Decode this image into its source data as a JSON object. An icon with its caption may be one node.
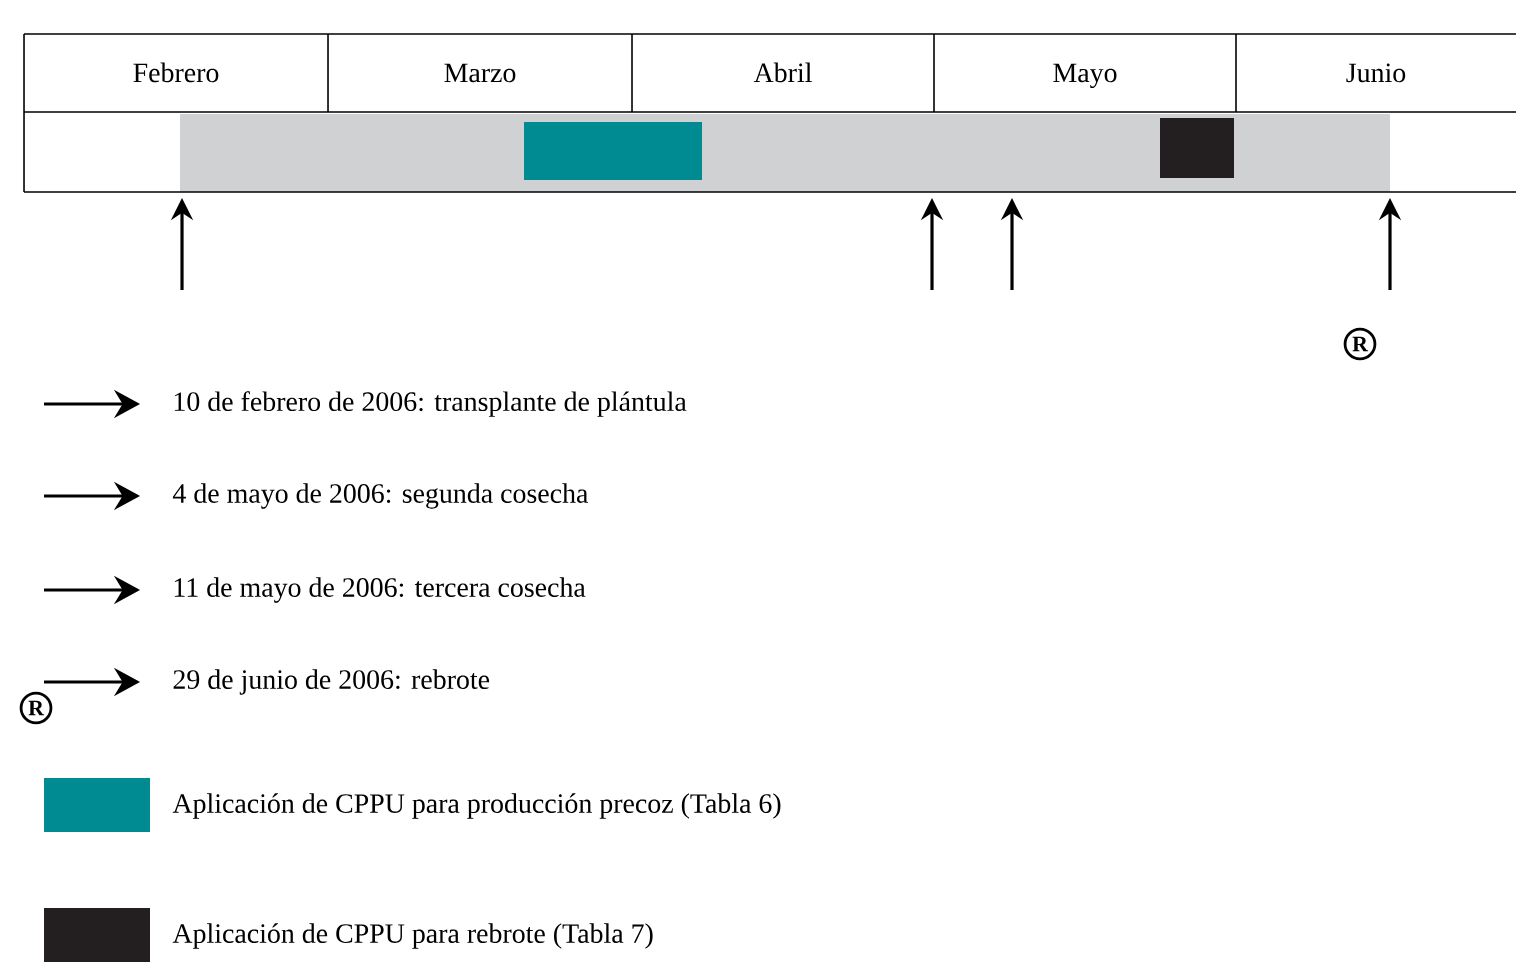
{
  "diagram": {
    "labels": [
      "Febrero",
      "Marzo",
      "Abril",
      "Mayo",
      "Junio",
      "R",
      "R"
    ],
    "legend": [
      {
        "text": "10 de febrero de 2006: transplante de plántula"
      },
      {
        "text": "4 de mayo de 2006: segunda cosecha"
      },
      {
        "text": "11 de mayo de 2006: tercera cosecha"
      },
      {
        "text": "29 de junio de 2006: rebrote"
      },
      {
        "text": "Aplicación de CPPU para producción precoz (Tabla 6)",
        "color": "#008b93"
      },
      {
        "text": "Aplicación de CPPU para rebrote (Tabla 7)",
        "color": "#231f20"
      }
    ]
  }
}
